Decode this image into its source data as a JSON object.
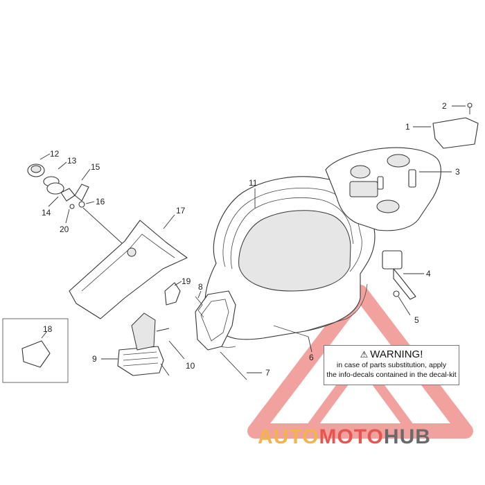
{
  "callouts": [
    {
      "id": "1",
      "label": "1"
    },
    {
      "id": "2",
      "label": "2"
    },
    {
      "id": "3",
      "label": "3"
    },
    {
      "id": "4",
      "label": "4"
    },
    {
      "id": "5",
      "label": "5"
    },
    {
      "id": "6",
      "label": "6"
    },
    {
      "id": "7",
      "label": "7"
    },
    {
      "id": "8",
      "label": "8"
    },
    {
      "id": "9",
      "label": "9"
    },
    {
      "id": "10",
      "label": "10"
    },
    {
      "id": "11",
      "label": "11"
    },
    {
      "id": "12",
      "label": "12"
    },
    {
      "id": "13",
      "label": "13"
    },
    {
      "id": "14",
      "label": "14"
    },
    {
      "id": "15",
      "label": "15"
    },
    {
      "id": "16",
      "label": "16"
    },
    {
      "id": "17",
      "label": "17"
    },
    {
      "id": "18",
      "label": "18"
    },
    {
      "id": "19",
      "label": "19"
    },
    {
      "id": "20",
      "label": "20"
    }
  ],
  "warning": {
    "title": "WARNING!",
    "line1": "in case of parts substitution, apply",
    "line2": "the info-decals contained in the decal-kit"
  },
  "watermark": {
    "auto": "AUTO",
    "moto": "MOTO",
    "hub": "HUB"
  },
  "colors": {
    "watermark_red": "#e65550",
    "watermark_orange": "#f3b44c",
    "watermark_gray": "#6a6a6a",
    "line": "#333333"
  }
}
